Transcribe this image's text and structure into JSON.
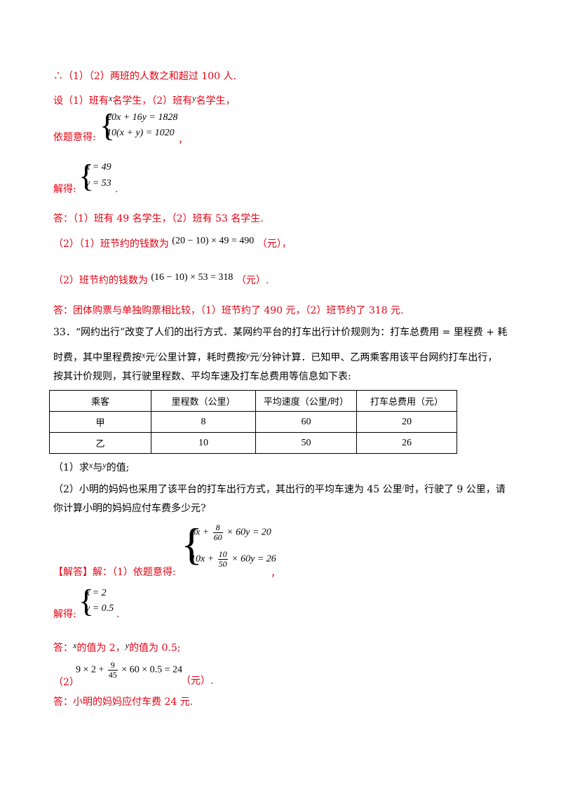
{
  "lines": {
    "l1": "∴（1）（2）两班的人数之和超过 100 人.",
    "l2a": "设（1）班有",
    "l2b": "名学生，（2）班有",
    "l2c": "名学生，",
    "l3_label": "依题意得:",
    "l3_comma": "，",
    "sys1_a": "20x + 16y = 1828",
    "sys1_b": "10(x + y) = 1020",
    "l4_label": "解得:",
    "l4_period": ".",
    "sol1_a": "x = 49",
    "sol1_b": "y = 53",
    "l5": "答：（1）班有 49 名学生，（2）班有 53 名学生.",
    "l6a": "（2）（1）班节约的钱数为",
    "l6_expr": "(20 − 10) × 49 = 490",
    "l6b": "（元），",
    "l7a": "（2）班节约的钱数为",
    "l7_expr": "(16 − 10) × 53 = 318",
    "l7b": "（元）.",
    "l8": "答：团体购票与单独购票相比较，（1）班节约了 490 元，（2）班节约了 318 元.",
    "q33_1": "33．“网约出行”改变了人们的出行方式．某网约平台的打车出行计价规则为：打车总费用 = 里程费 + 耗",
    "q33_2a": "时费，其中里程费按",
    "q33_2b": "元",
    "q33_2c": "公里计算，耗时费按",
    "q33_2d": "元",
    "q33_2e": "分钟计算．已知甲、乙两乘客用该平台网约打车出行，",
    "q33_3": "按其计价规则，其行驶里程数、平均车速及打车总费用等信息如下表:",
    "sub1a": "（1）求",
    "sub1b": "与",
    "sub1c": "的值;",
    "sub2_1a": "（2）小明的妈妈也采用了该平台的打车出行方式，其出行的平均车速为 45 公里",
    "sub2_1b": "时，行驶了 9 公里，请",
    "sub2_2": "你计算小明的妈妈应付车费多少元?",
    "ans_label_bracket": "【解答】",
    "ans_label_rest": "解：（1）依题意得:",
    "ans_comma": "，",
    "sys2_a_pre": "8x +",
    "sys2_a_num": "8",
    "sys2_a_den": "60",
    "sys2_a_post": "× 60y = 20",
    "sys2_b_pre": "10x +",
    "sys2_b_num": "10",
    "sys2_b_den": "50",
    "sys2_b_post": "× 60y = 26",
    "sol2_label": "解得:",
    "sol2_period": ".",
    "sol2_a": "x = 2",
    "sol2_b": "y = 0.5",
    "ans2a": "答：",
    "ans2b": "的值为 2，",
    "ans2c": "的值为 0.5;",
    "calc_label": "（2）",
    "calc_pre": "9 × 2 +",
    "calc_num": "9",
    "calc_den": "45",
    "calc_post": "× 60 × 0.5 = 24",
    "calc_unit": "（元）.",
    "final": "答：小明的妈妈应付车费 24 元.",
    "var_x": "x",
    "var_y": "y",
    "slash": "/"
  },
  "table": {
    "headers": [
      "乘客",
      "里程数（公里）",
      "平均速度（公里/时）",
      "打车总费用（元）"
    ],
    "rows": [
      [
        "甲",
        "8",
        "60",
        "20"
      ],
      [
        "乙",
        "10",
        "50",
        "26"
      ]
    ]
  },
  "colors": {
    "answer_red": "#e60012",
    "text": "#000000"
  }
}
